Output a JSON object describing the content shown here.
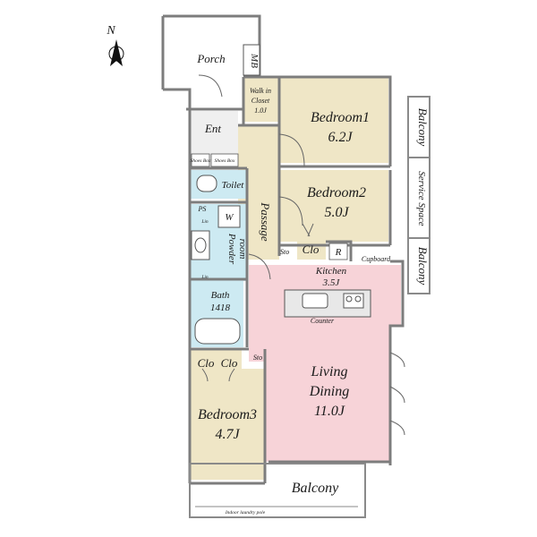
{
  "compass": {
    "north_label": "N"
  },
  "rooms": {
    "porch": "Porch",
    "mb": "MB",
    "walk_in_closet": [
      "Walk in",
      "Closet",
      "1.0J"
    ],
    "ent": "Ent",
    "shoes_box_1": "Shoes Box",
    "shoes_box_2": "Shoes Box",
    "toilet": "Toilet",
    "ps": "PS",
    "w": "W",
    "lin_1": "Lin",
    "lin_2": "Lin",
    "powder_room": [
      "Powder",
      "room"
    ],
    "bath": [
      "Bath",
      "1418"
    ],
    "passage": "Passage",
    "bedroom1": [
      "Bedroom1",
      "6.2J"
    ],
    "bedroom2": [
      "Bedroom2",
      "5.0J"
    ],
    "bedroom3": [
      "Bedroom3",
      "4.7J"
    ],
    "sto_1": "Sto",
    "sto_2": "Sto",
    "clo_1": "Clo",
    "clo_2": "Clo",
    "clo_3": "Clo",
    "r": "R",
    "cupboard": "Cupboard",
    "kitchen": [
      "Kitchen",
      "3.5J"
    ],
    "counter": "Counter",
    "living_dining": [
      "Living",
      "Dining",
      "11.0J"
    ],
    "balcony_top": "Balcony",
    "service_space": "Service Space",
    "balcony_mid": "Balcony",
    "balcony_bottom": "Balcony",
    "indoor_laundry_pole": "Indoor laundry pole"
  },
  "colors": {
    "bedroom": "#efe6c6",
    "living": "#f7d3d8",
    "wet_area": "#cdeaf2",
    "utility": "#efefef",
    "wall": "#7d7d7d"
  }
}
